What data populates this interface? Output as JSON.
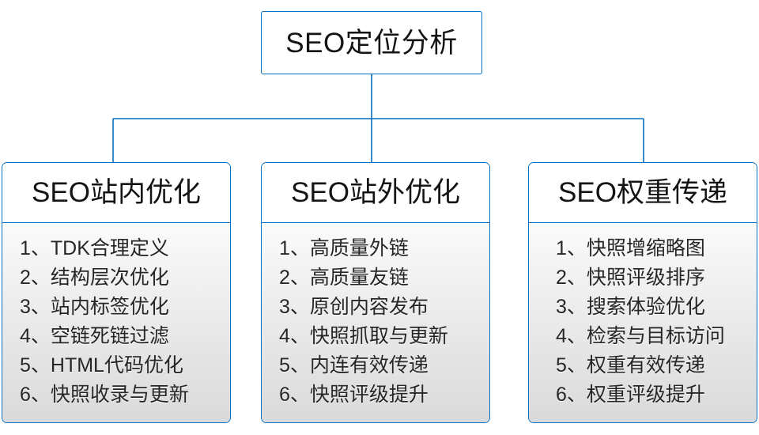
{
  "root": {
    "title": "SEO定位分析"
  },
  "theme": {
    "line_color": "#0670c0",
    "border_color": "#0670c0",
    "text_color": "#141414",
    "item_text_color": "#262626",
    "header_bg": "#ffffff",
    "body_gradient_top": "#fbfbfb",
    "body_gradient_bottom": "#d9d9d9",
    "page_bg": "#ffffff"
  },
  "branches": [
    {
      "header": "SEO站内优化",
      "items": [
        "1、TDK合理定义",
        "2、结构层次优化",
        "3、站内标签优化",
        "4、空链死链过滤",
        "5、HTML代码优化",
        "6、快照收录与更新"
      ]
    },
    {
      "header": "SEO站外优化",
      "items": [
        "1、高质量外链",
        "2、高质量友链",
        "3、原创内容发布",
        "4、快照抓取与更新",
        "5、内连有效传递",
        "6、快照评级提升"
      ]
    },
    {
      "header": "SEO权重传递",
      "items": [
        "1、快照增缩略图",
        "2、快照评级排序",
        "3、搜索体验优化",
        "4、检索与目标访问",
        "5、权重有效传递",
        "6、权重评级提升"
      ]
    }
  ]
}
